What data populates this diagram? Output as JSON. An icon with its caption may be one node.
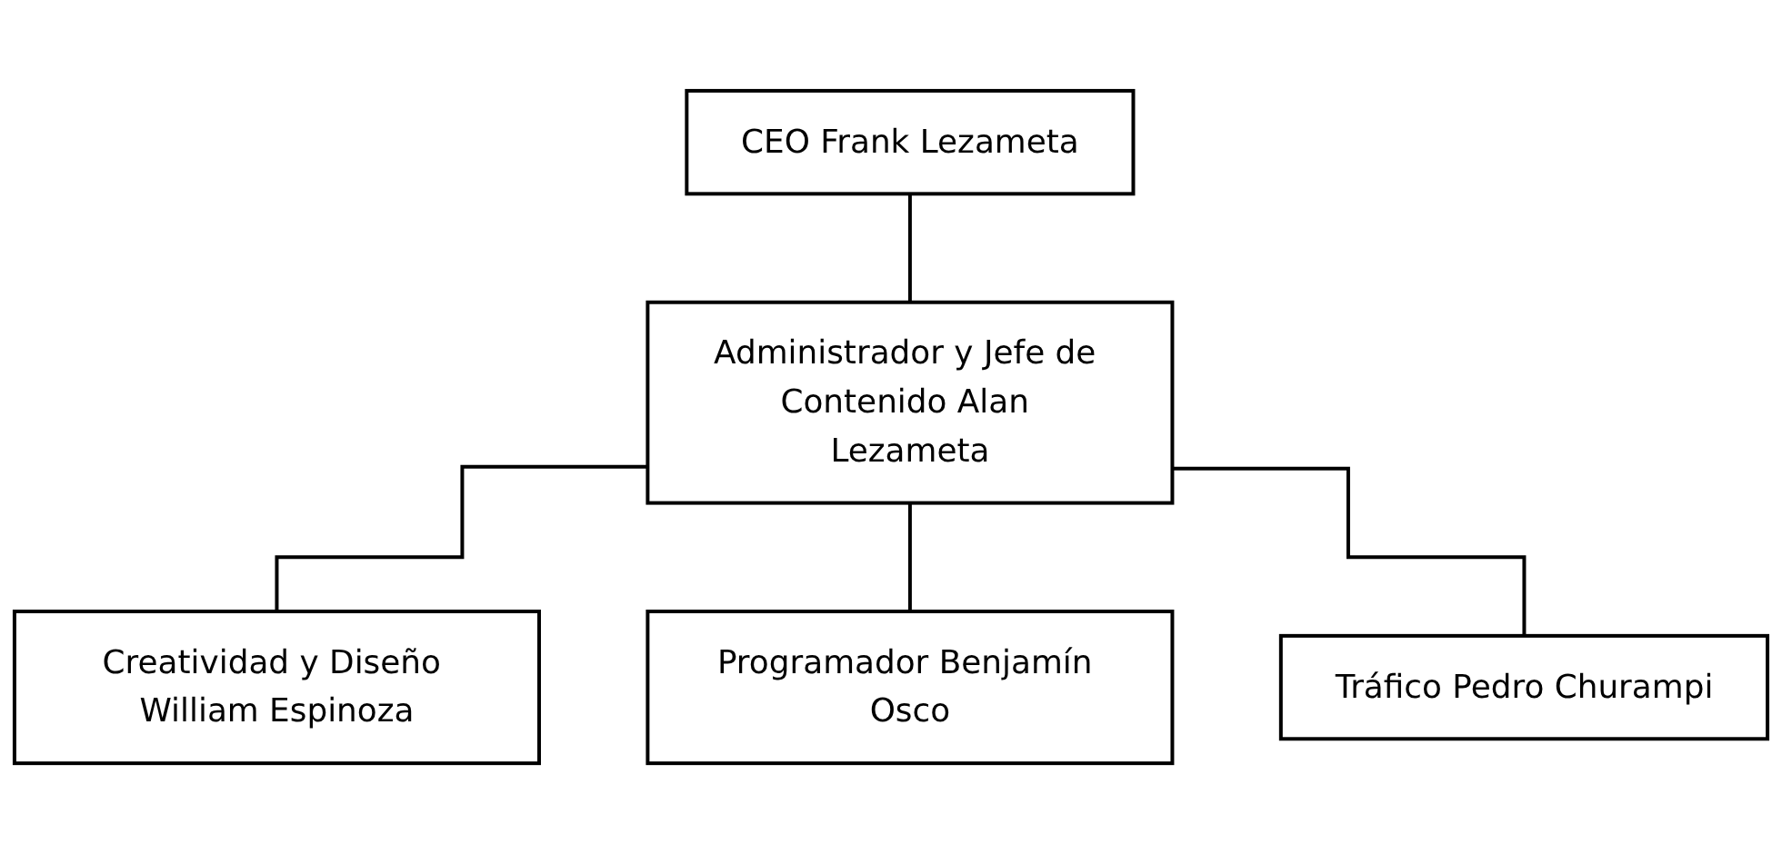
{
  "diagram": {
    "nodes": [
      {
        "text": [
          "CEO Frank Lezameta"
        ]
      },
      {
        "text": [
          "Administrador y Jefe de Contenido Alan Lezameta"
        ]
      },
      {
        "text": [
          "Creatividad y Diseño William Espinoza"
        ]
      },
      {
        "text": [
          "Programador Benjamín Osco"
        ]
      },
      {
        "text": [
          "Tráfico Pedro Churampi"
        ]
      }
    ],
    "edges": [
      {
        "from": 0,
        "to": 1,
        "arrow": "none"
      },
      {
        "from": 1,
        "to": 2,
        "arrow": "none"
      },
      {
        "from": 1,
        "to": 3,
        "arrow": "none"
      },
      {
        "from": 1,
        "to": 4,
        "arrow": "none"
      }
    ]
  }
}
